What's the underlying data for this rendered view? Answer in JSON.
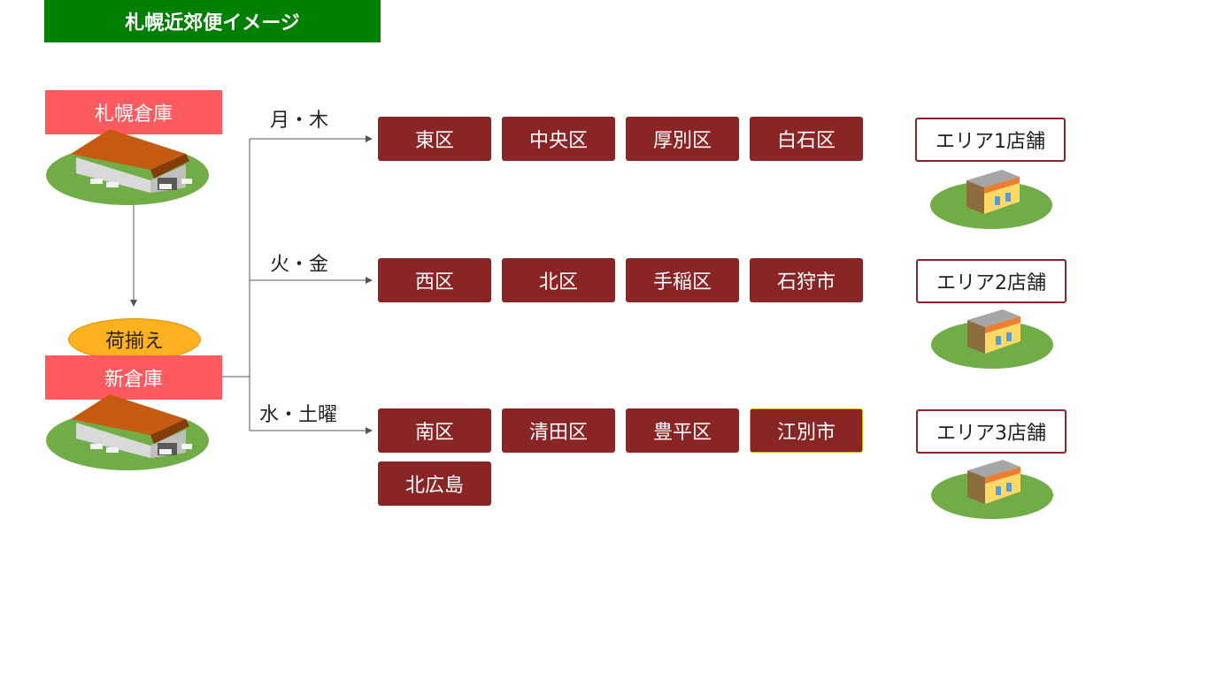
{
  "title": "札幌近郊便イメージ",
  "warehouses": {
    "sapporo": "札幌倉庫",
    "new": "新倉庫",
    "prep": "荷揃え"
  },
  "routes": [
    {
      "days": "月・木",
      "districts": [
        "東区",
        "中央区",
        "厚別区",
        "白石区"
      ],
      "area": "エリア1店舗"
    },
    {
      "days": "火・金",
      "districts": [
        "西区",
        "北区",
        "手稲区",
        "石狩市"
      ],
      "area": "エリア2店舗"
    },
    {
      "days": "水・土曜",
      "districts": [
        "南区",
        "清田区",
        "豊平区",
        "江別市",
        "北広島"
      ],
      "area": "エリア3店舗"
    }
  ],
  "colors": {
    "title": "#008000",
    "warehouse_label": "#ff5a5f",
    "prep": "#ffb11f",
    "district": "#8a2525",
    "grass": "#70ad47"
  }
}
